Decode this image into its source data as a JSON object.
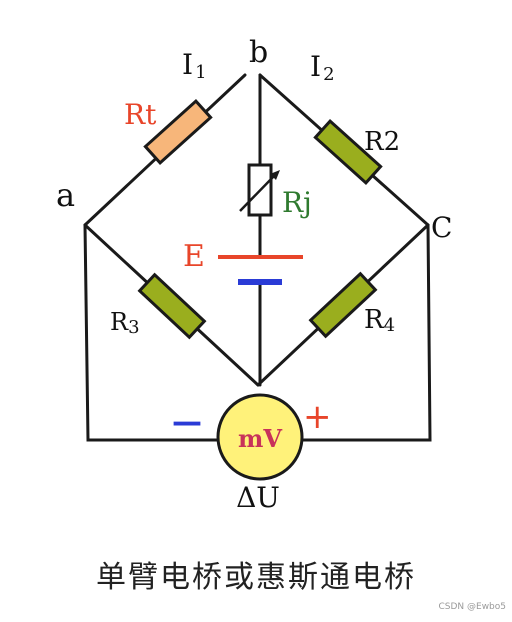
{
  "nodes": {
    "a": "a",
    "b": "b",
    "c": "C"
  },
  "currents": {
    "i1_main": "I",
    "i1_sub": "1",
    "i2_main": "I",
    "i2_sub": "2"
  },
  "resistors": {
    "rt": "Rt",
    "r2": "R2",
    "rj": "Rj",
    "r3_main": "R",
    "r3_sub": "3",
    "r4_main": "R",
    "r4_sub": "4"
  },
  "source": {
    "label": "E"
  },
  "meter": {
    "label": "mV",
    "minus": "—",
    "plus": "+",
    "output": "ΔU"
  },
  "caption": "单臂电桥或惠斯通电桥",
  "watermark": "CSDN @Ewbo5",
  "colors": {
    "rt_fill": "#f7b67a",
    "resistor_fill": "#9aae1e",
    "meter_fill": "#fff27a",
    "label_red": "#e8452a",
    "label_green": "#2f7a2f",
    "label_blue": "#2a3bd6",
    "meter_text": "#c8325a"
  }
}
